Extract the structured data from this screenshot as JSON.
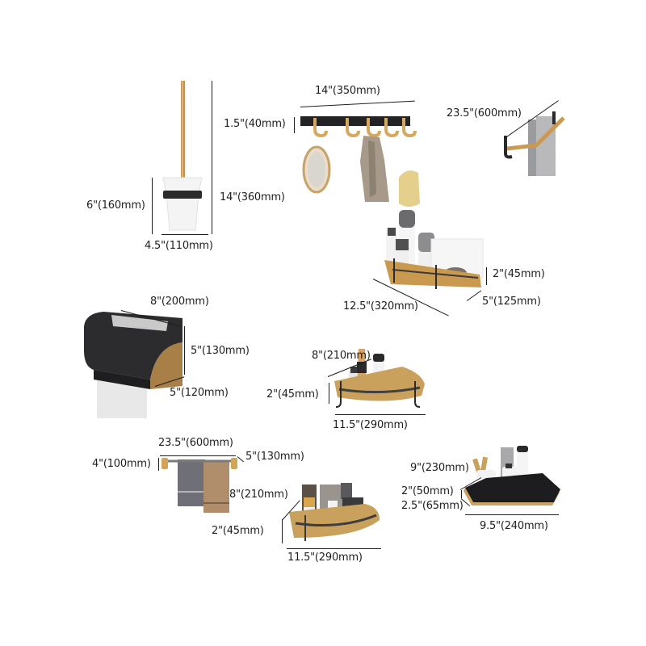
{
  "colors": {
    "gold": "#c9a063",
    "gold_dark": "#a97d3c",
    "black": "#2a2a2c",
    "white_ceramic": "#f3f3f3",
    "dimension_line": "#1e1e1e"
  },
  "products": [
    {
      "name": "Toilet brush holder",
      "dimensions": {
        "cup_height": "6\"(160mm)",
        "total_height": "14\"(360mm)",
        "width": "4.5\"(110mm)"
      }
    },
    {
      "name": "Robe hook rail",
      "dimensions": {
        "length": "14\"(350mm)",
        "height": "1.5\"(40mm)"
      }
    },
    {
      "name": "Single towel bar",
      "dimensions": {
        "length": "23.5\"(600mm)"
      }
    },
    {
      "name": "Rectangular shower shelf",
      "dimensions": {
        "height": "2\"(45mm)",
        "length": "12.5\"(320mm)",
        "depth": "5\"(125mm)"
      }
    },
    {
      "name": "Toilet paper holder",
      "dimensions": {
        "width": "8\"(200mm)",
        "height": "5\"(130mm)",
        "depth": "5\"(120mm)"
      }
    },
    {
      "name": "Corner shower shelf",
      "dimensions": {
        "side": "8\"(210mm)",
        "height": "2\"(45mm)",
        "length": "11.5\"(290mm)"
      }
    },
    {
      "name": "Double towel bar",
      "dimensions": {
        "length": "23.5\"(600mm)",
        "height": "4\"(100mm)",
        "depth": "5\"(130mm)",
        "drop": "8\"(210mm)"
      }
    },
    {
      "name": "Corner shower caddy",
      "dimensions": {
        "height": "2\"(45mm)",
        "length": "11.5\"(290mm)"
      }
    },
    {
      "name": "Pentagonal corner shelf",
      "dimensions": {
        "side": "9\"(230mm)",
        "height": "2\"(50mm)",
        "depth": "2.5\"(65mm)",
        "length": "9.5\"(240mm)"
      }
    }
  ]
}
